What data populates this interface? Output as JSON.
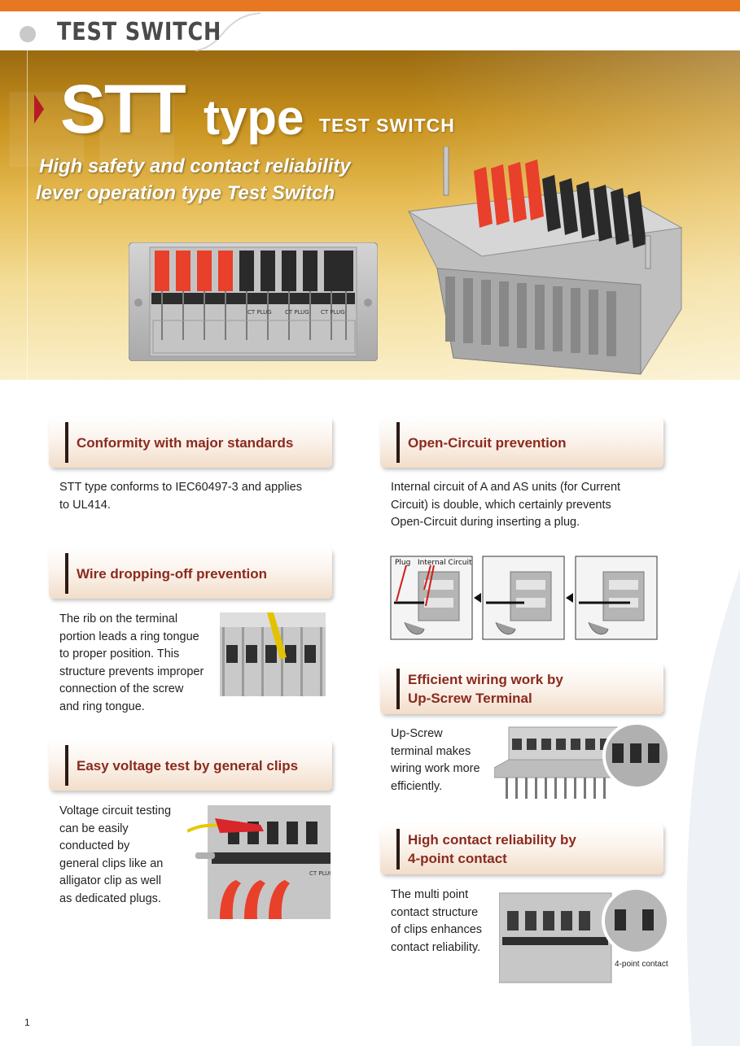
{
  "header": {
    "tab_label": "TEST SWITCH"
  },
  "hero": {
    "title_main": "STT",
    "title_type": "type",
    "title_sub": "TEST SWITCH",
    "tagline_1": "High safety and contact reliability",
    "tagline_2": "lever operation type Test Switch",
    "front_plug_labels": [
      "CT PLUG",
      "CT PLUG",
      "CT PLUG"
    ]
  },
  "sections": {
    "conformity": {
      "title": "Conformity with major standards",
      "body": [
        "STT type conforms to IEC60497-3 and applies",
        "to UL414."
      ]
    },
    "open_circuit": {
      "title": "Open-Circuit  prevention",
      "body": [
        "Internal circuit of A and AS units (for Current",
        "Circuit) is double, which certainly prevents",
        "Open-Circuit during inserting a plug."
      ],
      "diagram_labels": {
        "plug": "Plug",
        "internal": "Internal Circuit"
      }
    },
    "wire_dropping": {
      "title": "Wire dropping-off prevention",
      "body": [
        "The rib on the terminal",
        "portion leads a ring tongue",
        "to proper position. This",
        "structure prevents improper",
        "connection of the screw",
        "and ring tongue."
      ]
    },
    "efficient_wiring": {
      "title_1": "Efficient wiring work by",
      "title_2": "Up-Screw Terminal",
      "body": [
        "Up-Screw",
        "terminal makes",
        "wiring work more",
        "efficiently."
      ]
    },
    "voltage_test": {
      "title": "Easy voltage test by general clips",
      "body": [
        "Voltage circuit testing",
        "can be easily",
        "conducted by",
        "general clips like an",
        "alligator clip as well",
        "as dedicated plugs."
      ],
      "plug_label": "CT PLUG"
    },
    "contact_reliability": {
      "title_1": "High contact reliability by",
      "title_2": "4-point contact",
      "body": [
        "The multi point",
        "contact structure",
        "of clips enhances",
        "contact reliability."
      ],
      "caption": "4-point contact"
    }
  },
  "footer": {
    "page_number": "1"
  },
  "colors": {
    "accent_orange": "#e87722",
    "heading_red": "#8b2a1e",
    "lever_red": "#e8402a",
    "lever_black": "#2a2a2a",
    "housing_gray": "#b8b8b8"
  }
}
